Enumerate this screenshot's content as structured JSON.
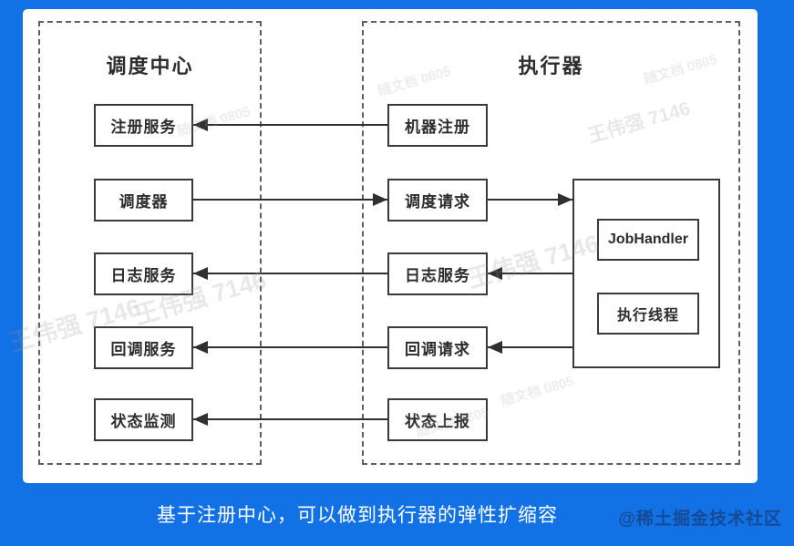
{
  "scheduler": {
    "title": "调度中心",
    "nodes": [
      "注册服务",
      "调度器",
      "日志服务",
      "回调服务",
      "状态监测"
    ]
  },
  "executor": {
    "title": "执行器",
    "nodes": [
      "机器注册",
      "调度请求",
      "日志服务",
      "回调请求",
      "状态上报"
    ],
    "runtime": [
      "JobHandler",
      "执行线程"
    ]
  },
  "caption": "基于注册中心，可以做到执行器的弹性扩缩容",
  "attribution": "@稀土掘金技术社区",
  "watermarks": {
    "name_stamp": "王伟强 7146",
    "doc_stamp": "随文档 0805"
  },
  "colors": {
    "background": "#1371e6",
    "card": "#ffffff",
    "line": "#2f2f2f",
    "box_border": "#3a3a3a",
    "dashed_border": "#5f5f5f",
    "caption_text": "#ffffff"
  }
}
